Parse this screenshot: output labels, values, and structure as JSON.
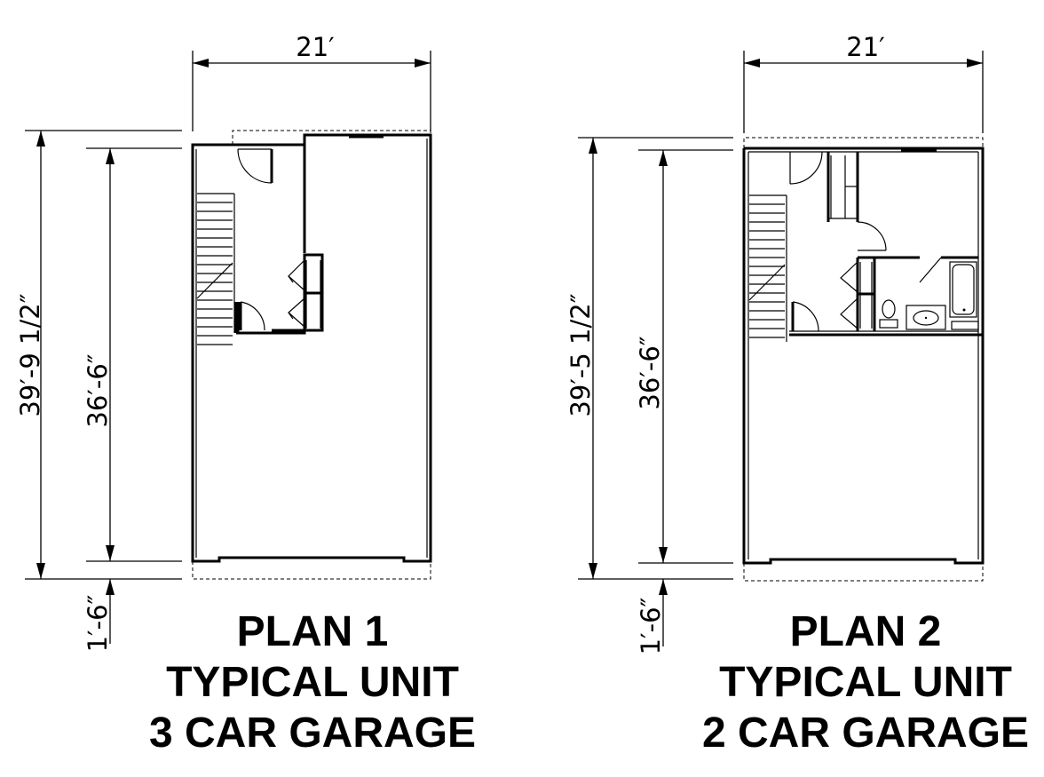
{
  "plans": [
    {
      "width_label": "21′",
      "overall_depth_label": "39′-9  1/2″",
      "interior_depth_label": "36′-6″",
      "apron_label": "1′-6″",
      "title_lines": [
        "PLAN 1",
        "TYPICAL UNIT",
        "3 CAR GARAGE"
      ]
    },
    {
      "width_label": "21′",
      "overall_depth_label": "39′-5  1/2″",
      "interior_depth_label": "36′-6″",
      "apron_label": "1′-6″",
      "title_lines": [
        "PLAN 2",
        "TYPICAL UNIT",
        "2 CAR GARAGE"
      ]
    }
  ]
}
